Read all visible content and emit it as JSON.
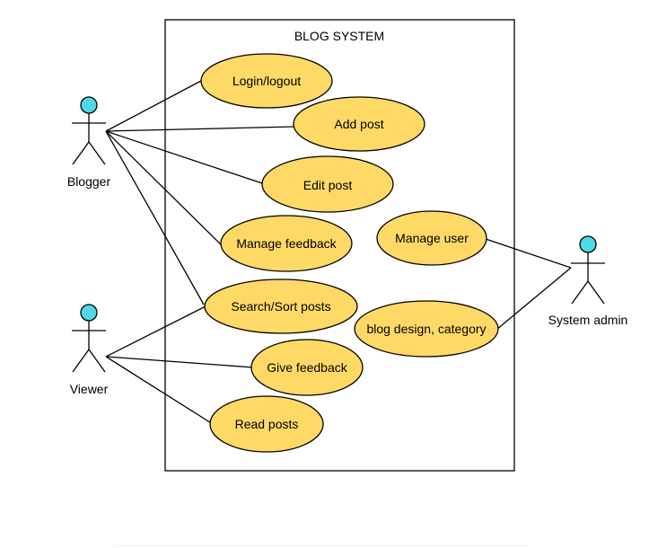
{
  "diagram": {
    "system_title": "BLOG SYSTEM",
    "actors": {
      "blogger": "Blogger",
      "viewer": "Viewer",
      "admin": "System admin"
    },
    "use_cases": {
      "login": "Login/logout",
      "add_post": "Add post",
      "edit_post": "Edit post",
      "manage_feedback": "Manage feedback",
      "search_sort": "Search/Sort posts",
      "give_feedback": "Give feedback",
      "read_posts": "Read posts",
      "manage_user": "Manage user",
      "blog_design": "blog design, category"
    },
    "colors": {
      "use_case_fill": "#ffd966",
      "actor_head": "#4dd9e6",
      "stroke": "#000000"
    }
  }
}
